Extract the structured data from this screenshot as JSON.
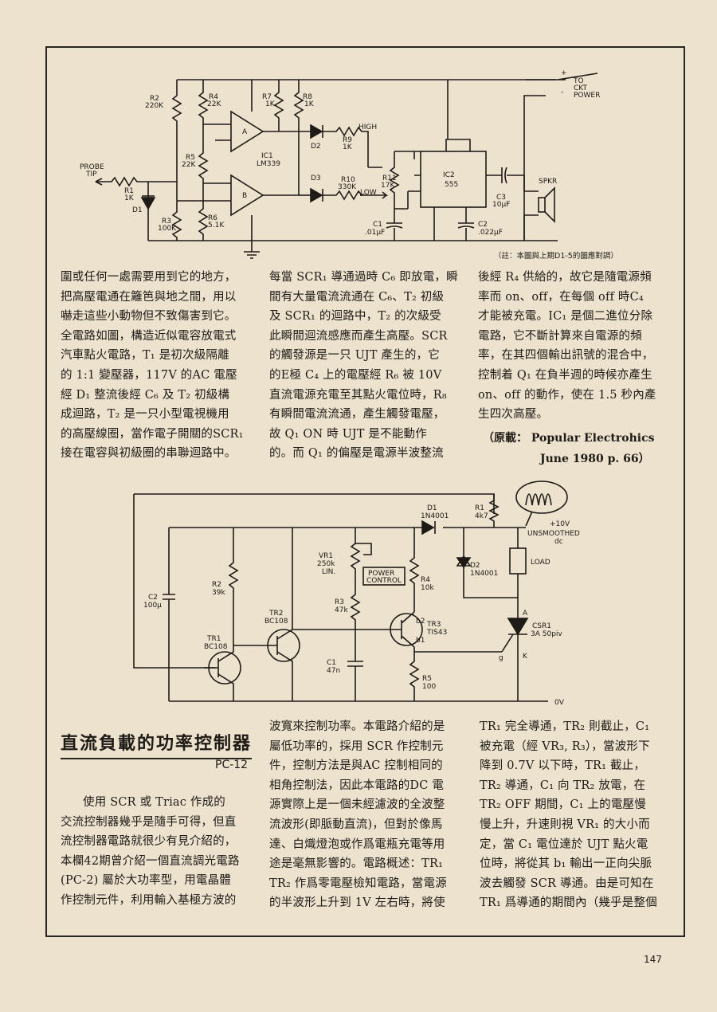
{
  "circuit1": {
    "labels": {
      "r2": "R2",
      "r2v": "220K",
      "r4": "R4",
      "r4v": "22K",
      "r7": "R7",
      "r7v": "1K",
      "r8": "R8",
      "r8v": "1K",
      "r5": "R5",
      "r5v": "22K",
      "r3": "R3",
      "r3v": "100K",
      "r6": "R6",
      "r6v": "5.1K",
      "r1": "R1",
      "r1v": "1K",
      "d1": "D1",
      "d2": "D2",
      "d3": "D3",
      "r9": "R9",
      "r9v": "1K",
      "r10": "R10",
      "r10v": "330K",
      "r11": "R11",
      "r11v": "17K",
      "ic1": "IC1",
      "ic1v": "LM339",
      "a": "A",
      "b": "B",
      "ic2": "IC2",
      "ic2v": "555",
      "c1": "C1",
      "c1v": ".01μF",
      "c2": "C2",
      "c2v": ".022μF",
      "c3": "C3",
      "c3v": "10μF",
      "spkr": "SPKR",
      "high": "HIGH",
      "low": "LOW",
      "probe": "PROBE",
      "tip": "TIP",
      "to": "TO",
      "ckt": "CKT",
      "power": "POWER",
      "plus": "+",
      "minus": "-"
    },
    "note": "（註：本圖與上期D1-5的圖應對調）"
  },
  "upper_text": {
    "col1": [
      "圍或任何一處需要用到它的地方，",
      "把高壓電通在籬笆與地之間，用以",
      "嚇走這些小動物但不致傷害到它。",
      "全電路如圖，構造近似電容放電式",
      "汽車點火電路，T₁ 是初次級隔離",
      "的 1:1 變壓器，117V 的AC 電壓",
      "經 D₁ 整流後經 C₆ 及 T₂ 初級構",
      "成迴路，T₂ 是一只小型電視機用",
      "的高壓線圈，當作電子開關的SCR₁",
      "接在電容與初級圈的串聯迴路中。"
    ],
    "col2": [
      "每當 SCR₁ 導通過時 C₆ 即放電，瞬",
      "間有大量電流流通在 C₆、T₂ 初級",
      "及 SCR₁ 的迴路中，T₂ 的次級受",
      "此瞬間迴流感應而產生高壓。SCR",
      "的觸發源是一只 UJT 產生的，它",
      "的E極 C₄ 上的電壓經 R₆ 被 10V",
      "直流電源充電至其點火電位時，R₈",
      "有瞬間電流流通，產生觸發電壓，",
      "故 Q₁ ON 時 UJT 是不能動作",
      "的。而 Q₁ 的偏壓是電源半波整流"
    ],
    "col3": [
      "後經 R₄ 供給的，故它是隨電源頻",
      "率而 on、off，在每個 off 時C₄",
      "才能被充電。IC₁ 是個二進位分除",
      "電路，它不斷計算來自電源的頻",
      "率，在其四個輸出訊號的混合中，",
      "控制着 Q₁ 在負半週的時候亦產生",
      "on、off 的動作，使在 1.5 秒內產",
      "生四次高壓。"
    ],
    "source_line1": "（原載： Popular Electrohics",
    "source_line2": "June 1980 p. 66）"
  },
  "circuit2": {
    "labels": {
      "d1": "D1",
      "d1v": "1N4001",
      "r1": "R1",
      "r1v": "4k7",
      "plus10v": "+10V",
      "unsmoothed": "UNSMOOTHED",
      "dc": "dc",
      "vr1": "VR1",
      "vr1v": "250k",
      "vr1t": "LIN.",
      "power_control": "POWER",
      "power_control2": "CONTROL",
      "r4": "R4",
      "r4v": "10k",
      "d2": "D2",
      "d2v": "1N4001",
      "load": "LOAD",
      "c2": "C2",
      "c2v": "100μ",
      "r2": "R2",
      "r2v": "39k",
      "r3": "R3",
      "r3v": "47k",
      "tr2": "TR2",
      "tr2v": "BC108",
      "tr3": "TR3",
      "tr3v": "TIS43",
      "b2": "b2",
      "b1": "b1",
      "tr1": "TR1",
      "tr1v": "BC108",
      "c1": "C1",
      "c1v": "47n",
      "r5": "R5",
      "r5v": "100",
      "a": "A",
      "csr1": "CSR1",
      "csr1v": "3A 50piv",
      "g": "g",
      "k": "K",
      "ov": "0V"
    }
  },
  "article": {
    "title": "直流負載的功率控制器",
    "code": "PC-12",
    "col1": [
      "使用 SCR 或 Triac 作成的",
      "交流控制器幾乎是隨手可得，但直",
      "流控制器電路就很少有見介紹的，",
      "本欄42期曾介紹一個直流調光電路",
      "(PC-2) 屬於大功率型，用電晶體",
      "作控制元件，利用輸入基極方波的"
    ],
    "col2": [
      "波寬來控制功率。本電路介紹的是",
      "屬低功率的，採用 SCR 作控制元",
      "件，控制方法是與AC 控制相同的",
      "相角控制法，因此本電路的DC 電",
      "源實際上是一個未經濾波的全波整",
      "流波形(即脈動直流)，但對於像馬",
      "達、白熾燈泡或作爲電瓶充電等用",
      "途是毫無影響的。電路概述：TR₁",
      "TR₂ 作爲零電壓檢知電路，當電源",
      "的半波形上升到 1V 左右時，將使"
    ],
    "col3": [
      "TR₁ 完全導通，TR₂ 則截止，C₁",
      "被充電（經 VR₃, R₃），當波形下",
      "降到 0.7V 以下時，TR₁ 截止，",
      "TR₂ 導通，C₁ 向 TR₂ 放電，在",
      "TR₂ OFF 期間，C₁ 上的電壓慢",
      "慢上升，升速則視 VR₁ 的大小而",
      "定，當 C₁ 電位達於 UJT 點火電",
      "位時，將從其 b₁ 輸出一正向尖脈",
      "波去觸發 SCR 導通。由是可知在",
      "TR₁ 爲導通的期間內（幾乎是整個"
    ]
  },
  "page_number": "147"
}
